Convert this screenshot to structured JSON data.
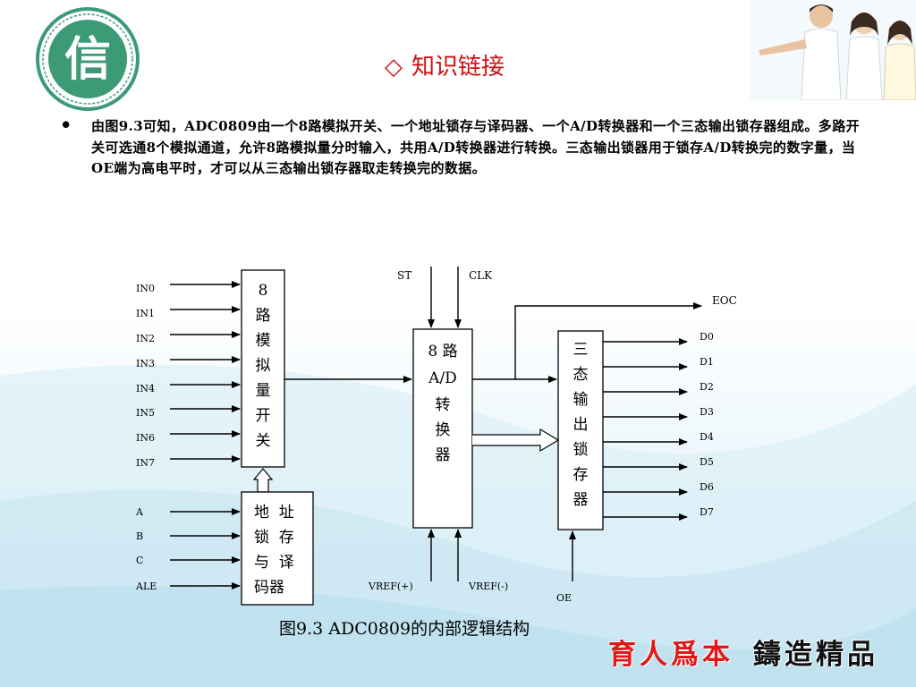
{
  "header": {
    "title": "知识链接",
    "title_icon": "diamond-outline-icon",
    "logo_text": "信"
  },
  "body": {
    "paragraph": "由图9.3可知，ADC0809由一个8路模拟开关、一个地址锁存与译码器、一个A/D转换器和一个三态输出锁存器组成。多路开关可选通8个模拟通道，允许8路模拟量分时输入，共用A/D转换器进行转换。三态输出锁器用于锁存A/D转换完的数字量，当OE端为高电平时，才可以从三态输出锁存器取走转换完的数据。"
  },
  "diagram": {
    "inputs": [
      "IN0",
      "IN1",
      "IN2",
      "IN3",
      "IN4",
      "IN5",
      "IN6",
      "IN7"
    ],
    "address_inputs": [
      "A",
      "B",
      "C",
      "ALE"
    ],
    "mux_label": [
      "8",
      "路",
      "模",
      "拟",
      "量",
      "开",
      "关"
    ],
    "latch_label": [
      "地  址",
      "锁  存",
      "与  译",
      "码器"
    ],
    "adc_label": [
      "8 路",
      "A/D",
      "转",
      "换",
      "器"
    ],
    "out_label": [
      "三",
      "态",
      "输",
      "出",
      "锁",
      "存",
      "器"
    ],
    "st": "ST",
    "clk": "CLK",
    "eoc": "EOC",
    "vref_pos": "VREF(+)",
    "vref_neg": "VREF(-)",
    "oe": "OE",
    "outputs": [
      "D0",
      "D1",
      "D2",
      "D3",
      "D4",
      "D5",
      "D6",
      "D7"
    ]
  },
  "caption": "图9.3 ADC0809的内部逻辑结构",
  "footer": {
    "slogan_left": "育人爲本",
    "slogan_right": "鑄造精品"
  },
  "colors": {
    "title": "#d01010",
    "slogan_left": "#e01818",
    "logo": "#2f8f6a"
  }
}
